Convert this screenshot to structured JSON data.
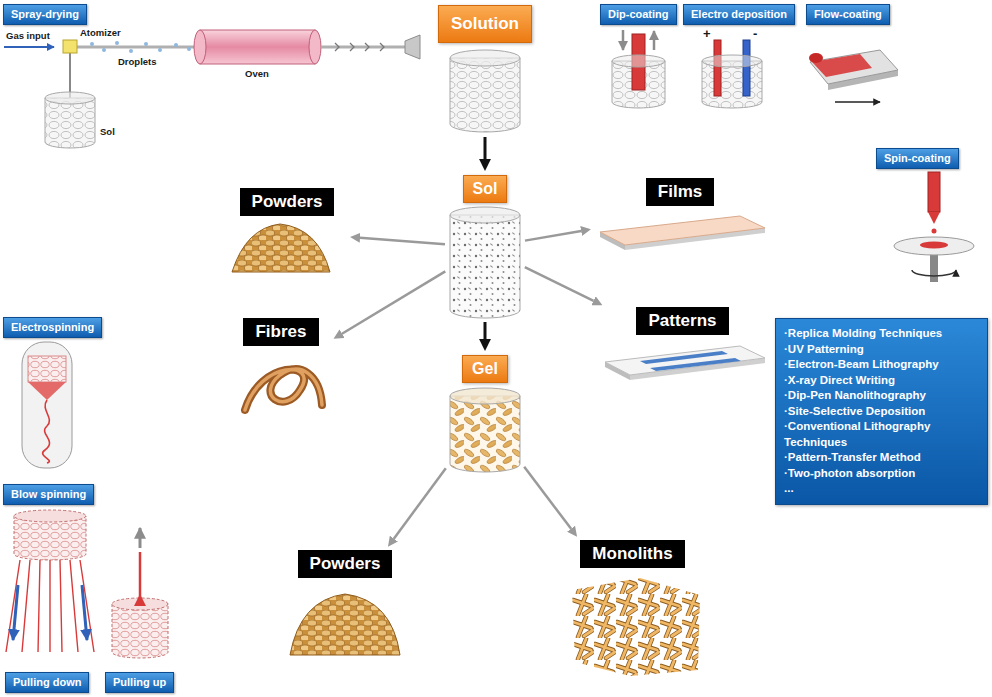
{
  "diagram": {
    "nodes": [
      {
        "text": [
          "Spray-drying"
        ]
      },
      {
        "text": [
          "Solution"
        ]
      },
      {
        "text": [
          "Dip-coating"
        ]
      },
      {
        "text": [
          "Electro deposition"
        ]
      },
      {
        "text": [
          "Flow-coating"
        ]
      },
      {
        "text": [
          "Spin-coating"
        ]
      },
      {
        "text": [
          "Powders"
        ]
      },
      {
        "text": [
          "Sol"
        ]
      },
      {
        "text": [
          "Films"
        ]
      },
      {
        "text": [
          "Electrospinning"
        ]
      },
      {
        "text": [
          "Fibres"
        ]
      },
      {
        "text": [
          "Patterns"
        ]
      },
      {
        "text": [
          "·Replica Molding Techniques",
          "·UV Patterning",
          "·Electron-Beam Lithography",
          "·X-ray Direct Writing",
          "·Dip-Pen Nanolithography",
          "·Site-Selective Deposition",
          "·Conventional Lithography Techniques",
          "·Pattern-Transfer Method",
          "·Two-photon absorption",
          "..."
        ]
      },
      {
        "text": [
          "Gel"
        ]
      },
      {
        "text": [
          "Blow spinning"
        ]
      },
      {
        "text": [
          "Powders"
        ]
      },
      {
        "text": [
          "Monoliths"
        ]
      },
      {
        "text": [
          "Pulling down"
        ]
      },
      {
        "text": [
          "Pulling up"
        ]
      }
    ],
    "edges": [
      {
        "from": 1,
        "to": 7,
        "arrow": "to"
      },
      {
        "from": 7,
        "to": 6,
        "arrow": "to"
      },
      {
        "from": 7,
        "to": 8,
        "arrow": "to"
      },
      {
        "from": 7,
        "to": 10,
        "arrow": "to"
      },
      {
        "from": 7,
        "to": 11,
        "arrow": "to"
      },
      {
        "from": 7,
        "to": 13,
        "arrow": "to"
      },
      {
        "from": 13,
        "to": 15,
        "arrow": "to"
      },
      {
        "from": 13,
        "to": 16,
        "arrow": "to"
      }
    ],
    "labels": [
      "Gas input",
      "Atomizer",
      "Droplets",
      "Oven",
      "Sol",
      "+",
      "-"
    ]
  }
}
